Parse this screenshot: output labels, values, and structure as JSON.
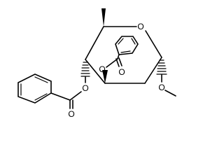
{
  "molecule": {
    "atom_labels": {
      "ring_oxygen": "O",
      "methoxy_oxygen": "O",
      "ester_oxygen_upper": "O",
      "carbonyl_oxygen_upper": "O",
      "ester_oxygen_lower": "O",
      "carbonyl_oxygen_lower": "O"
    }
  }
}
